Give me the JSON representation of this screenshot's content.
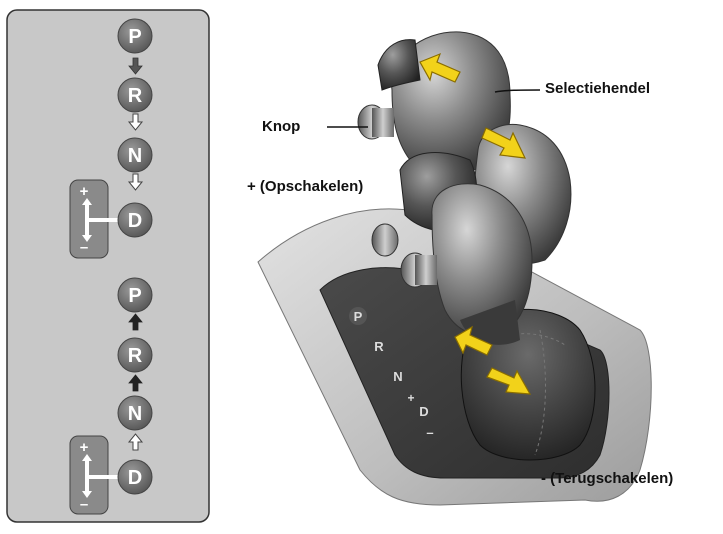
{
  "diagram": {
    "labels": {
      "selector": "Selectiehendel",
      "button": "Knop",
      "upshift": "+ (Opschakelen)",
      "downshift": "- (Terugschakelen)"
    },
    "panel": {
      "upper_sequence": [
        "P",
        "R",
        "N",
        "D"
      ],
      "lower_sequence": [
        "P",
        "R",
        "N",
        "D"
      ],
      "gate_plus": "+",
      "gate_minus": "–"
    },
    "gate_letters": [
      "P",
      "R",
      "N",
      "+",
      "D",
      "–"
    ],
    "colors": {
      "panel_bg": "#c8c8c8",
      "panel_border": "#333333",
      "badge": "#6d6d6d",
      "arrow_yellow": "#f2d21a",
      "arrow_outline": "#8a6d00",
      "knob_dark": "#3e3e3e",
      "knob_light": "#bdbdbd",
      "console": "#c9c9c9"
    }
  }
}
